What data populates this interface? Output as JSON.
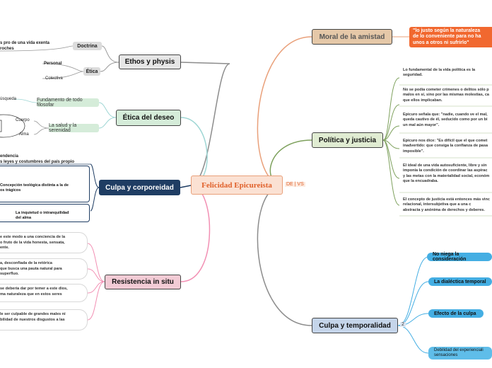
{
  "center": {
    "label": "Felicidad Epicureista",
    "tag": "DE | VS"
  },
  "left": {
    "ethos": {
      "label": "Ethos y physis",
      "doctrina": "Doctrina",
      "doctrina_text": "s pro de una vida exenta\nroches",
      "etica": "Ética",
      "personal": "Personal",
      "colectiva": "Colectiva"
    },
    "deseo": {
      "label": "Ética del deseo",
      "busqueda": "úsqueda",
      "fundamento": "Fundamento de todo filosofar",
      "salud": "La salud y la serenidad",
      "cuerpo": "Cuerpo",
      "alma": "Alma"
    },
    "culpa": {
      "label": "Culpa y corporeidad",
      "top_text": "endencia\ns leyes y costumbres del país propio",
      "box1": "Concepción teológica distinta a la de\nos trágicos",
      "box2": "La inquietud o intranquilidad\ndel alma"
    },
    "resistencia": {
      "label": "Resistencia in situ",
      "items": [
        "e este modo a una conciencia de la\no fruto de la vida honesta, sensata,\nente.",
        "a, desconfiada de la retórica\nque busca una pauta natural para\nsuperfluo.",
        "se debería dar por temer a este dios,\nma naturaleza que en estos seres",
        "le ser culpable de grandes males ni\nbilidad de nuestros disgustos a las"
      ]
    }
  },
  "right": {
    "amistad": {
      "label": "Moral de la amistad",
      "quote": "\"lo justo según la naturaleza\nde lo conveniente para no ha\nunos a otros ni sufrirlo\""
    },
    "politica": {
      "label": "Política y justicia",
      "items": [
        "Lo fundamental de la vida política es la\nseguridad.",
        "No se podía cometer crímenes o delitos sólo p\nmalos en sí, sino por las mismas molestias, ca\nque ellos implicaban.",
        "Epicuro señala que: \"nadie, cuando ve el mal,\nqueda cautivo de él, seducido como por un bi\nun mal aún mayor\".",
        "Epicuro nos dice: \"Es difícil que el que comet\ninadvertido: que consiga la confianza de pasa\nimposible\".",
        "El ideal de una vida autosuficiente, libre y sin\nimponía la condición de coordinar las aspirac\ny las metas con la materialidad social, económ\nque la encuadraba.",
        "El concepto de justicia está entonces más vinc\nrelacional, intersubjetiva que a una c\nabstracta y anónima de derechos y deberes."
      ]
    },
    "temporalidad": {
      "label": "Culpa y temporalidad",
      "tag": "2",
      "items": [
        "No niega la consideración",
        "La dialéctica temporal",
        "Efecto de la culpa",
        "Debilidad del experienciali\nsensaciones"
      ]
    }
  },
  "colors": {
    "orange": "#f1682f",
    "navy": "#1f3d63",
    "teal": "#44aee3",
    "pink": "#f2cbd5",
    "green": "#d5ecd9"
  }
}
